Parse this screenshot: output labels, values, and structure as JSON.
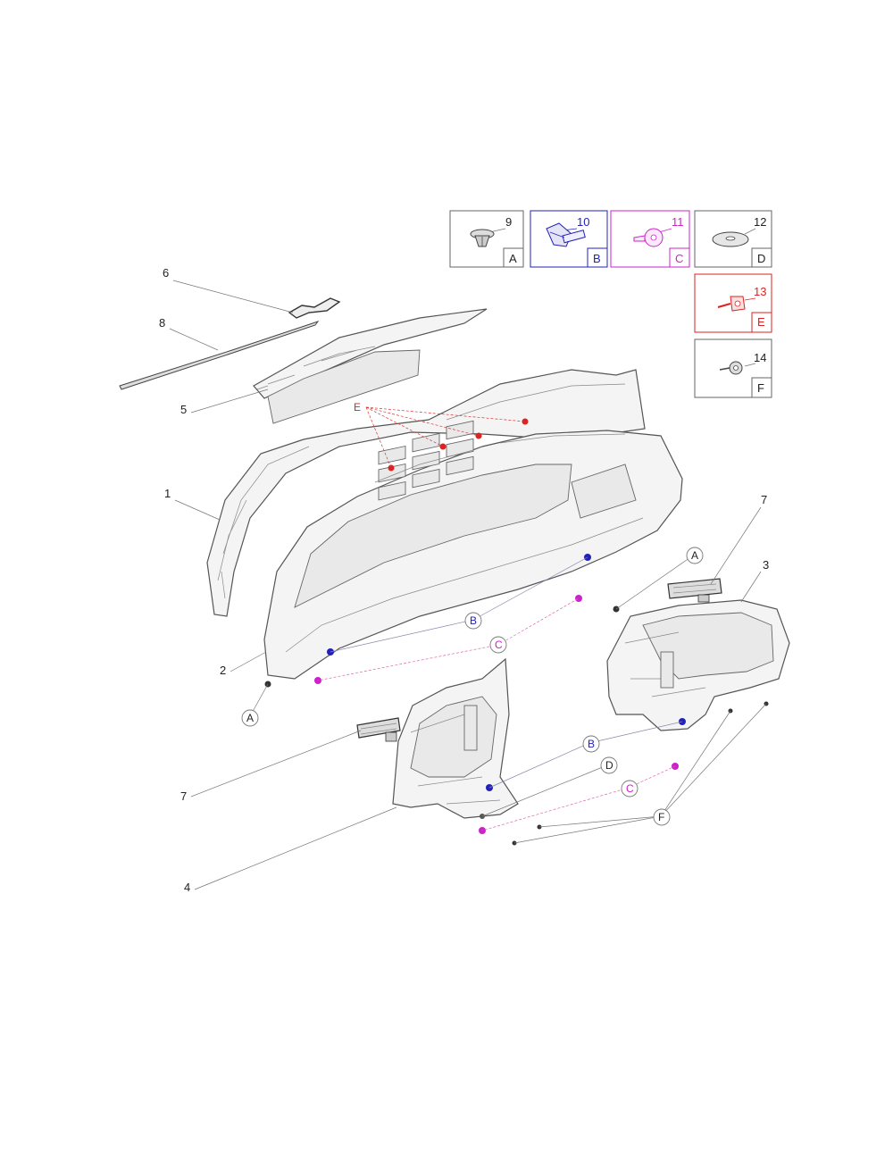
{
  "colors": {
    "red": "#dd2222",
    "blue": "#2222bb",
    "magenta": "#cc22cc",
    "ink": "#222222"
  },
  "legend": [
    {
      "number": "9",
      "letter": "A",
      "color": "#222222"
    },
    {
      "number": "10",
      "letter": "B",
      "color": "#2222bb"
    },
    {
      "number": "11",
      "letter": "C",
      "color": "#cc22cc"
    },
    {
      "number": "12",
      "letter": "D",
      "color": "#222222"
    },
    {
      "number": "13",
      "letter": "E",
      "color": "#dd2222"
    },
    {
      "number": "14",
      "letter": "F",
      "color": "#222222"
    }
  ],
  "part_labels": [
    "1",
    "2",
    "3",
    "4",
    "5",
    "6",
    "7",
    "7",
    "8"
  ],
  "ref_bubbles": [
    "A",
    "A",
    "B",
    "B",
    "C",
    "C",
    "D",
    "E",
    "F"
  ]
}
